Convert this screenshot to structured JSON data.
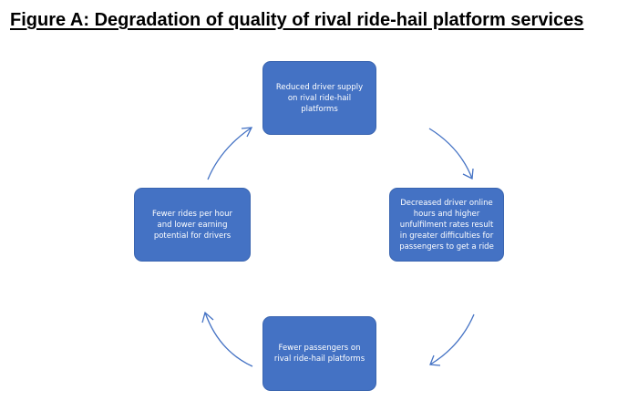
{
  "figure": {
    "title": "Figure A: Degradation of quality of rival ride-hail platform services"
  },
  "cycle": {
    "steps": [
      "Reduced driver supply on rival ride-hail platforms",
      "Decreased driver online hours and higher unfulfilment rates result in greater difficulties for passengers to get a ride",
      "Fewer passengers on rival ride-hail platforms",
      "Fewer rides per hour and lower earning potential for drivers"
    ]
  },
  "colors": {
    "box_fill": "#4472c4",
    "arrow": "#4472c4",
    "box_text": "#ffffff"
  }
}
